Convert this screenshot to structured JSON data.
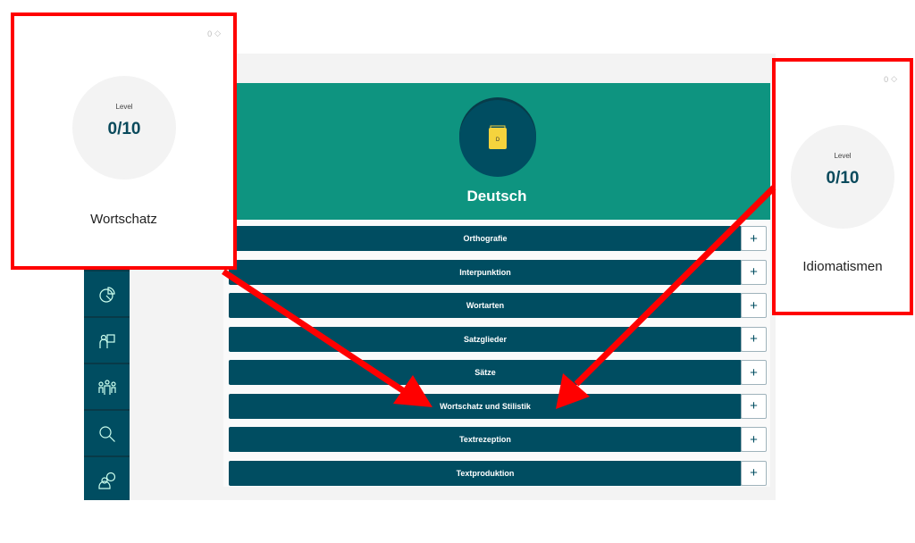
{
  "subject": {
    "title": "Deutsch",
    "logo_letter": "D"
  },
  "topics": [
    {
      "label": "Orthografie",
      "action": "+"
    },
    {
      "label": "Interpunktion",
      "action": "+"
    },
    {
      "label": "Wortarten",
      "action": "+"
    },
    {
      "label": "Satzglieder",
      "action": "+"
    },
    {
      "label": "Sätze",
      "action": "+"
    },
    {
      "label": "Wortschatz und Stilistik",
      "action": "+"
    },
    {
      "label": "Textrezeption",
      "action": "+"
    },
    {
      "label": "Textproduktion",
      "action": "+"
    }
  ],
  "sidebar": {
    "items": [
      "statistics-icon",
      "teacher-icon",
      "group-icon",
      "search-icon",
      "support-icon"
    ]
  },
  "cards": [
    {
      "gems": "0",
      "level_label": "Level",
      "level": "0/10",
      "name": "Wortschatz"
    },
    {
      "gems": "0",
      "level_label": "Level",
      "level": "0/10",
      "name": "Idiomatismen"
    }
  ],
  "colors": {
    "accent": "#0e9480",
    "dark": "#004d61",
    "highlight": "#ff0000"
  }
}
